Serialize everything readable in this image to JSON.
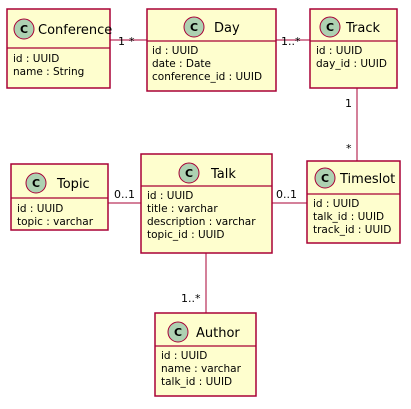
{
  "diagram": {
    "classes": [
      {
        "id": "conference",
        "name": "Conference",
        "attributes": [
          "id : UUID",
          "name : String"
        ]
      },
      {
        "id": "day",
        "name": "Day",
        "attributes": [
          "id : UUID",
          "date : Date",
          "conference_id : UUID"
        ]
      },
      {
        "id": "track",
        "name": "Track",
        "attributes": [
          "id : UUID",
          "day_id : UUID"
        ]
      },
      {
        "id": "topic",
        "name": "Topic",
        "attributes": [
          "id : UUID",
          "topic : varchar"
        ]
      },
      {
        "id": "talk",
        "name": "Talk",
        "attributes": [
          "id : UUID",
          "title : varchar",
          "description : varchar",
          "topic_id : UUID"
        ]
      },
      {
        "id": "timeslot",
        "name": "Timeslot",
        "attributes": [
          "id : UUID",
          "talk_id : UUID",
          "track_id : UUID"
        ]
      },
      {
        "id": "author",
        "name": "Author",
        "attributes": [
          "id : UUID",
          "name : varchar",
          "talk_id : UUID"
        ]
      }
    ],
    "relations": [
      {
        "from": "conference",
        "to": "day",
        "from_mult": "1",
        "to_mult": "*"
      },
      {
        "from": "day",
        "to": "track",
        "from_mult": "1..*",
        "to_mult": ""
      },
      {
        "from": "track",
        "to": "timeslot",
        "from_mult": "1",
        "to_mult": "*"
      },
      {
        "from": "topic",
        "to": "talk",
        "from_mult": "",
        "to_mult": "0..1"
      },
      {
        "from": "talk",
        "to": "timeslot",
        "from_mult": "0..1",
        "to_mult": ""
      },
      {
        "from": "talk",
        "to": "author",
        "from_mult": "",
        "to_mult": "1..*"
      }
    ],
    "circle_glyph": "C",
    "colors": {
      "fill": "#FEFECE",
      "stroke": "#A80036",
      "circle": "#ADD1B2"
    }
  }
}
